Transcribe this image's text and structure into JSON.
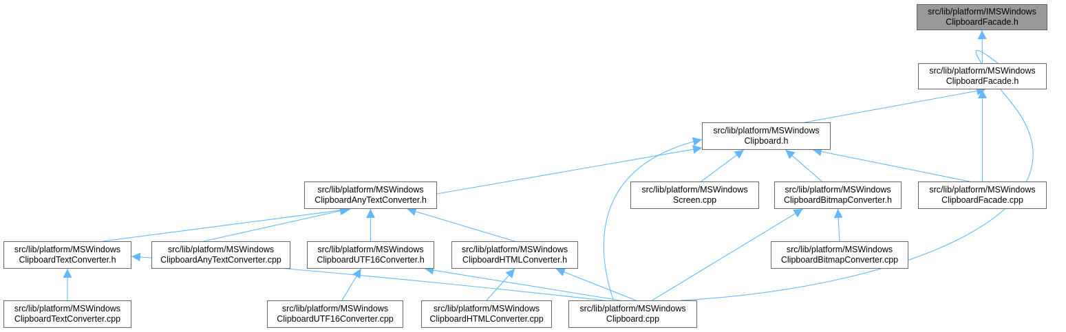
{
  "colors": {
    "edge": "#63b8ff",
    "border": "#666666",
    "root_fill": "#999999",
    "node_fill": "#ffffff"
  },
  "nodes": [
    {
      "id": "ims_facade_h",
      "line1": "src/lib/platform/IMSWindows",
      "line2": "ClipboardFacade.h"
    },
    {
      "id": "facade_h",
      "line1": "src/lib/platform/MSWindows",
      "line2": "ClipboardFacade.h"
    },
    {
      "id": "clipboard_h",
      "line1": "src/lib/platform/MSWindows",
      "line2": "Clipboard.h"
    },
    {
      "id": "anytext_h",
      "line1": "src/lib/platform/MSWindows",
      "line2": "ClipboardAnyTextConverter.h"
    },
    {
      "id": "screen_cpp",
      "line1": "src/lib/platform/MSWindows",
      "line2": "Screen.cpp"
    },
    {
      "id": "bitmap_h",
      "line1": "src/lib/platform/MSWindows",
      "line2": "ClipboardBitmapConverter.h"
    },
    {
      "id": "facade_cpp",
      "line1": "src/lib/platform/MSWindows",
      "line2": "ClipboardFacade.cpp"
    },
    {
      "id": "text_h",
      "line1": "src/lib/platform/MSWindows",
      "line2": "ClipboardTextConverter.h"
    },
    {
      "id": "anytext_cpp",
      "line1": "src/lib/platform/MSWindows",
      "line2": "ClipboardAnyTextConverter.cpp"
    },
    {
      "id": "utf16_h",
      "line1": "src/lib/platform/MSWindows",
      "line2": "ClipboardUTF16Converter.h"
    },
    {
      "id": "html_h",
      "line1": "src/lib/platform/MSWindows",
      "line2": "ClipboardHTMLConverter.h"
    },
    {
      "id": "bitmap_cpp",
      "line1": "src/lib/platform/MSWindows",
      "line2": "ClipboardBitmapConverter.cpp"
    },
    {
      "id": "text_cpp",
      "line1": "src/lib/platform/MSWindows",
      "line2": "ClipboardTextConverter.cpp"
    },
    {
      "id": "utf16_cpp",
      "line1": "src/lib/platform/MSWindows",
      "line2": "ClipboardUTF16Converter.cpp"
    },
    {
      "id": "html_cpp",
      "line1": "src/lib/platform/MSWindows",
      "line2": "ClipboardHTMLConverter.cpp"
    },
    {
      "id": "clipboard_cpp",
      "line1": "src/lib/platform/MSWindows",
      "line2": "Clipboard.cpp"
    }
  ],
  "edges": [
    {
      "from": "facade_h",
      "to": "ims_facade_h"
    },
    {
      "from": "clipboard_h",
      "to": "facade_h"
    },
    {
      "from": "facade_cpp",
      "to": "facade_h"
    },
    {
      "from": "clipboard_cpp",
      "to": "facade_h"
    },
    {
      "from": "anytext_h",
      "to": "clipboard_h"
    },
    {
      "from": "screen_cpp",
      "to": "clipboard_h"
    },
    {
      "from": "bitmap_h",
      "to": "clipboard_h"
    },
    {
      "from": "facade_cpp",
      "to": "clipboard_h"
    },
    {
      "from": "clipboard_cpp",
      "to": "clipboard_h"
    },
    {
      "from": "text_h",
      "to": "anytext_h"
    },
    {
      "from": "anytext_cpp",
      "to": "anytext_h"
    },
    {
      "from": "utf16_h",
      "to": "anytext_h"
    },
    {
      "from": "html_h",
      "to": "anytext_h"
    },
    {
      "from": "bitmap_cpp",
      "to": "bitmap_h"
    },
    {
      "from": "clipboard_cpp",
      "to": "bitmap_h"
    },
    {
      "from": "text_cpp",
      "to": "text_h"
    },
    {
      "from": "clipboard_cpp",
      "to": "text_h"
    },
    {
      "from": "utf16_cpp",
      "to": "utf16_h"
    },
    {
      "from": "clipboard_cpp",
      "to": "utf16_h"
    },
    {
      "from": "html_cpp",
      "to": "html_h"
    },
    {
      "from": "clipboard_cpp",
      "to": "html_h"
    }
  ]
}
